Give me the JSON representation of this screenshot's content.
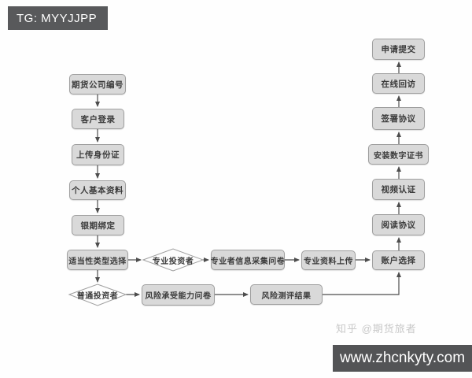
{
  "top_banner": {
    "text": "TG: MYYJJPP"
  },
  "bottom_banner": {
    "text": "www.zhcnkyty.com"
  },
  "watermark": {
    "text": "知乎 @期货旅者"
  },
  "colors": {
    "node_fill": "#d9d9d9",
    "node_border": "#9f9f9f",
    "diamond_fill": "#fdfdfd",
    "connector": "#4d4d4d",
    "banner_bg": "#58595b",
    "banner_text": "#ffffff",
    "watermark_text": "#c8c8c8"
  },
  "flowchart": {
    "nodes": {
      "futures_company_code": "期货公司编号",
      "customer_login": "客户登录",
      "upload_id_card": "上传身份证",
      "personal_basic_info": "个人基本资料",
      "bank_futures_binding": "银期绑定",
      "suitability_type_selection": "适当性类型选择",
      "professional_investor": "专业投资者",
      "professional_info_questionnaire": "专业者信息采集问卷",
      "professional_material_upload": "专业资料上传",
      "account_selection": "账户选择",
      "read_agreement": "阅读协议",
      "video_authentication": "视频认证",
      "install_digital_certificate": "安装数字证书",
      "sign_agreement": "签署协议",
      "online_return_visit": "在线回访",
      "application_submit": "申请提交",
      "ordinary_investor": "普通投资者",
      "risk_tolerance_questionnaire": "风险承受能力问卷",
      "risk_assessment_result": "风险测评结果"
    }
  }
}
